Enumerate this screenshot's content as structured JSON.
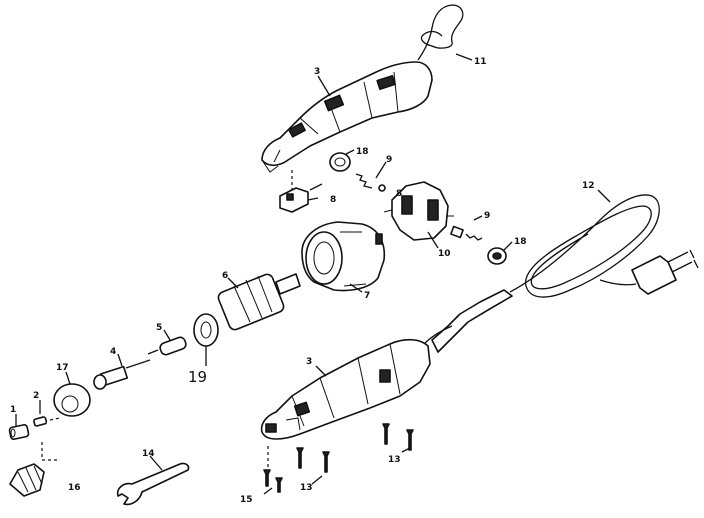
{
  "callouts": [
    {
      "id": "c1",
      "text": "1"
    },
    {
      "id": "c2",
      "text": "2"
    },
    {
      "id": "c3a",
      "text": "3"
    },
    {
      "id": "c3b",
      "text": "3"
    },
    {
      "id": "c4",
      "text": "4"
    },
    {
      "id": "c5",
      "text": "5"
    },
    {
      "id": "c6",
      "text": "6"
    },
    {
      "id": "c7",
      "text": "7"
    },
    {
      "id": "c8a",
      "text": "8"
    },
    {
      "id": "c8b",
      "text": "8"
    },
    {
      "id": "c9a",
      "text": "9"
    },
    {
      "id": "c9b",
      "text": "9"
    },
    {
      "id": "c10",
      "text": "10"
    },
    {
      "id": "c11",
      "text": "11"
    },
    {
      "id": "c12",
      "text": "12"
    },
    {
      "id": "c13a",
      "text": "13"
    },
    {
      "id": "c13b",
      "text": "13"
    },
    {
      "id": "c14",
      "text": "14"
    },
    {
      "id": "c15",
      "text": "15"
    },
    {
      "id": "c16",
      "text": "16"
    },
    {
      "id": "c17",
      "text": "17"
    },
    {
      "id": "c18a",
      "text": "18"
    },
    {
      "id": "c18b",
      "text": "18"
    },
    {
      "id": "c19",
      "text": "19"
    }
  ]
}
